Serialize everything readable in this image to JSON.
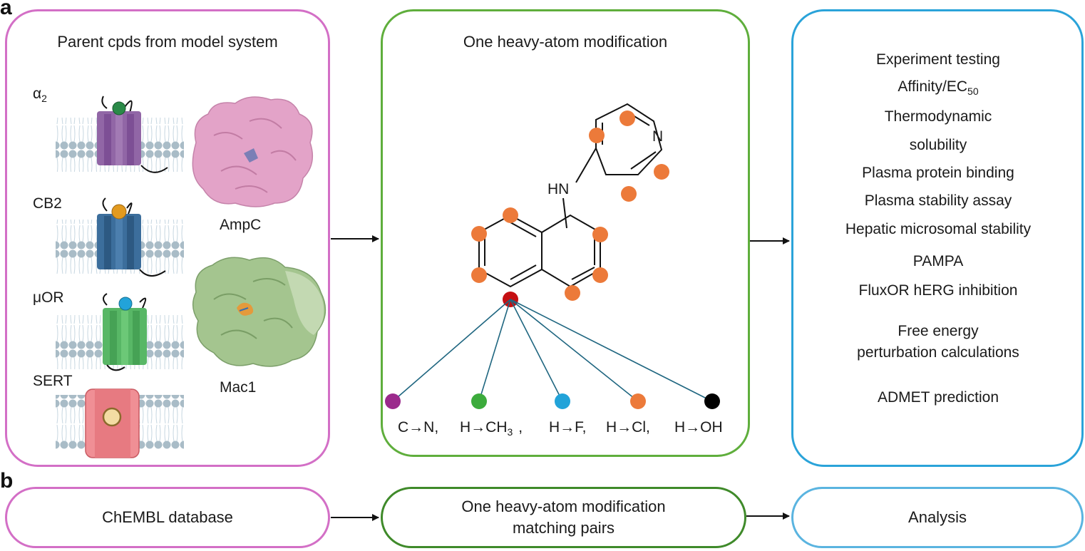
{
  "panel_a": {
    "letter": "a",
    "left_box": {
      "title": "Parent cpds from model system",
      "targets": [
        "α",
        "CB2",
        "μOR",
        "SERT"
      ],
      "alpha_subscript": "2",
      "proteins": [
        "AmpC",
        "Mac1"
      ]
    },
    "middle_box": {
      "title": "One heavy-atom modification",
      "molecule_labels": {
        "n_atom": "N",
        "nh_group": "HN"
      },
      "modifications": [
        {
          "text": "C→N,",
          "color": "#9b2a8c"
        },
        {
          "text_main": "H→CH",
          "text_sub": "3",
          "text_after": ",",
          "color": "#3cab3c"
        },
        {
          "text": "H→F,",
          "color": "#22a3d9"
        },
        {
          "text": "H→Cl,",
          "color": "#ec7a3a"
        },
        {
          "text": "H→OH",
          "color": "#000000"
        }
      ]
    },
    "right_box": {
      "items": [
        "Experiment testing",
        "Affinity/EC",
        "Thermodynamic",
        "solubility",
        "Plasma protein binding",
        "Plasma stability assay",
        "Hepatic microsomal stability",
        "PAMPA",
        "FluxOR hERG inhibition",
        "Free energy",
        "perturbation calculations",
        "ADMET prediction"
      ],
      "ec_subscript": "50"
    }
  },
  "panel_b": {
    "letter": "b",
    "boxes": [
      {
        "text": "ChEMBL database"
      },
      {
        "line1": "One heavy-atom modification",
        "line2": "matching pairs"
      },
      {
        "text": "Analysis"
      }
    ]
  },
  "colors": {
    "left_border": "#d36fc6",
    "middle_border": "#5fae3c",
    "right_border": "#2aa3d9",
    "b_middle_border": "#3f8a2a",
    "b_right_border": "#5ab4e0",
    "atom_orange": "#ec7a3a",
    "atom_red": "#c50f12",
    "link_line": "#1f6680"
  }
}
